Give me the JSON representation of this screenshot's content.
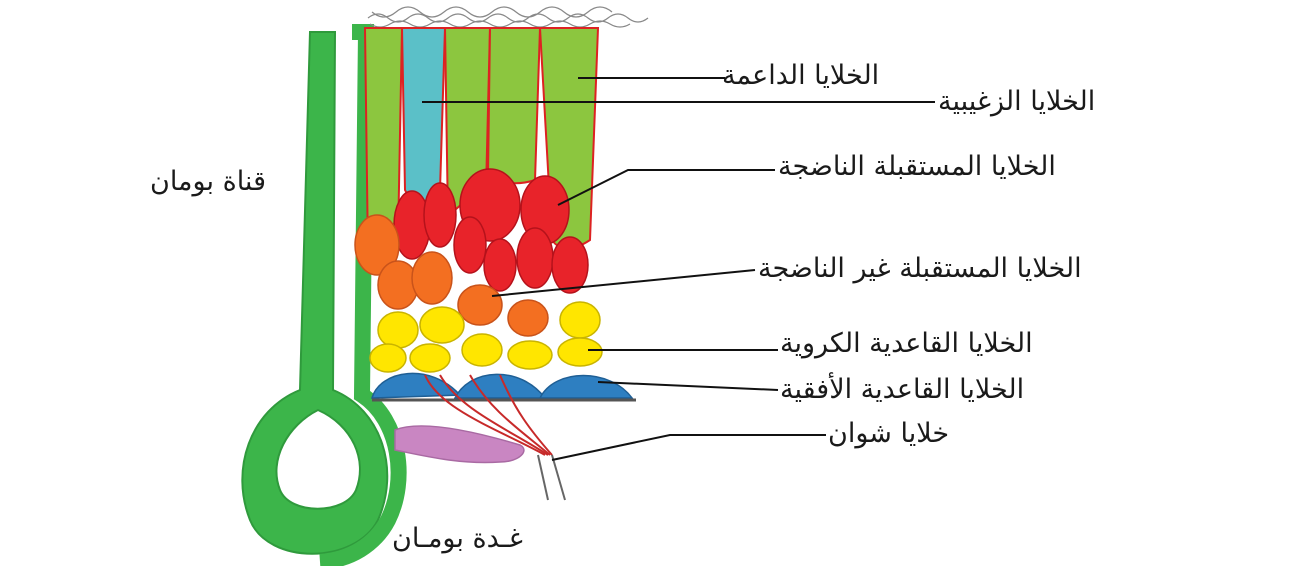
{
  "labels": {
    "supporting_cells": "الخلايا الداعمة",
    "ciliated_cells": "الخلايا الزغيبية",
    "mature_receptor_cells": "الخلايا المستقبلة الناضجة",
    "immature_receptor_cells": "الخلايا المستقبلة غير الناضجة",
    "globose_basal_cells": "الخلايا القاعدية الكروية",
    "horizontal_basal_cells": "الخلايا القاعدية الأفقية",
    "schwann_cells": "خلايا شوان",
    "bowman_duct": "قناة بومان",
    "bowman_gland": "غـدة بومـان"
  },
  "colors": {
    "supporting": "#8cc63f",
    "ciliated": "#5bc0c8",
    "mature_receptor": "#e8232a",
    "immature_receptor": "#f36f21",
    "globose_basal": "#ffe600",
    "horizontal_basal": "#2e7fc1",
    "schwann": "#c986c2",
    "bowman_gland": "#3cb54a",
    "leader_line": "#111111"
  }
}
